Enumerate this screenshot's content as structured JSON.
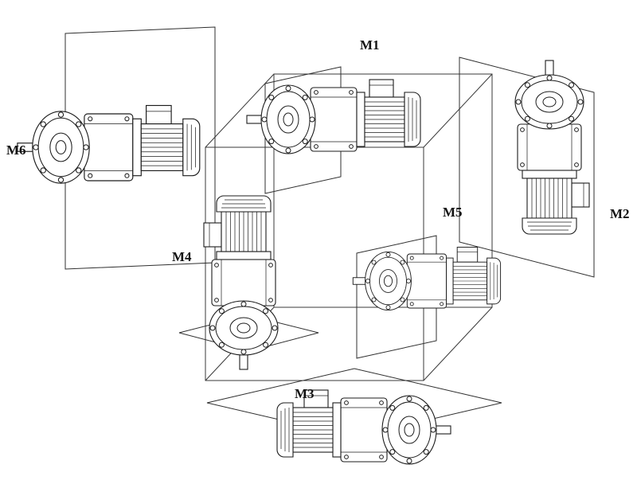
{
  "diagram": {
    "description_visible_text_only": "",
    "labels": {
      "m1": "M1",
      "m2": "M2",
      "m3": "M3",
      "m4": "M4",
      "m5": "M5",
      "m6": "M6"
    }
  },
  "colors": {
    "background": "#ffffff",
    "line": "#1c1c1c",
    "label": "#111111"
  }
}
